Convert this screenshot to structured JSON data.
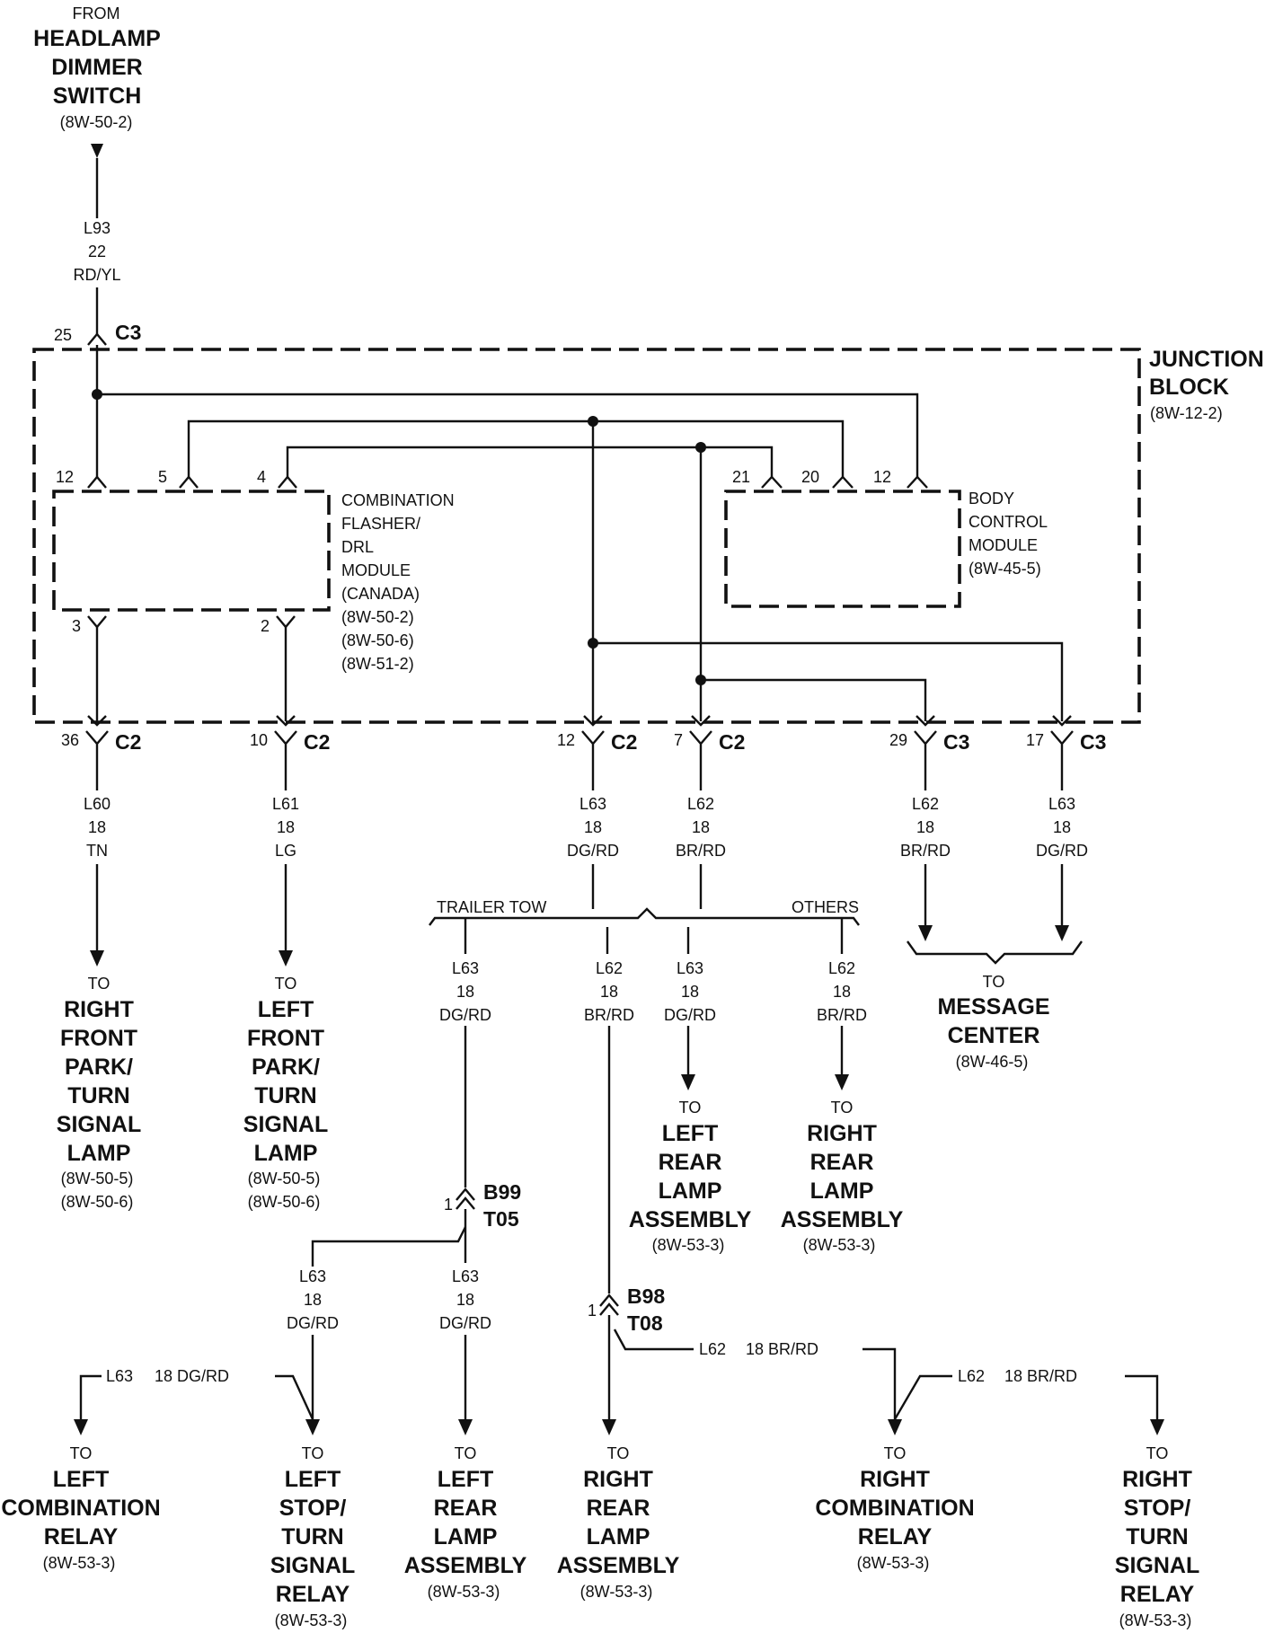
{
  "headlamp": {
    "from": "FROM",
    "name": [
      "HEADLAMP",
      "DIMMER",
      "SWITCH"
    ],
    "ref": "(8W-50-2)",
    "wire": [
      "L93",
      "22",
      "RD/YL"
    ]
  },
  "junction_block": {
    "name": [
      "JUNCTION",
      "BLOCK"
    ],
    "ref": "(8W-12-2)",
    "top_connector": {
      "pin": "25",
      "label": "C3"
    }
  },
  "flasher": {
    "lines": [
      "COMBINATION",
      "FLASHER/",
      "DRL",
      "MODULE",
      "(CANADA)",
      "(8W-50-2)",
      "(8W-50-6)",
      "(8W-51-2)"
    ],
    "top_pins": [
      "12",
      "5",
      "4"
    ],
    "bottom_pins": [
      "3",
      "2"
    ]
  },
  "bcm": {
    "lines": [
      "BODY",
      "CONTROL",
      "MODULE",
      "(8W-45-5)"
    ],
    "top_pins": [
      "21",
      "20",
      "12"
    ]
  },
  "bottom_connectors": [
    {
      "pin": "36",
      "label": "C2"
    },
    {
      "pin": "10",
      "label": "C2"
    },
    {
      "pin": "12",
      "label": "C2"
    },
    {
      "pin": "7",
      "label": "C2"
    },
    {
      "pin": "29",
      "label": "C3"
    },
    {
      "pin": "17",
      "label": "C3"
    }
  ],
  "wires_out": [
    [
      "L60",
      "18",
      "TN"
    ],
    [
      "L61",
      "18",
      "LG"
    ],
    [
      "L63",
      "18",
      "DG/RD"
    ],
    [
      "L62",
      "18",
      "BR/RD"
    ],
    [
      "L62",
      "18",
      "BR/RD"
    ],
    [
      "L63",
      "18",
      "DG/RD"
    ]
  ],
  "dests_mid": [
    {
      "to": "TO",
      "name": [
        "RIGHT",
        "FRONT",
        "PARK/",
        "TURN",
        "SIGNAL",
        "LAMP"
      ],
      "refs": [
        "(8W-50-5)",
        "(8W-50-6)"
      ]
    },
    {
      "to": "TO",
      "name": [
        "LEFT",
        "FRONT",
        "PARK/",
        "TURN",
        "SIGNAL",
        "LAMP"
      ],
      "refs": [
        "(8W-50-5)",
        "(8W-50-6)"
      ]
    }
  ],
  "message_center": {
    "to": "TO",
    "name": [
      "MESSAGE",
      "CENTER"
    ],
    "ref": "(8W-46-5)"
  },
  "options": {
    "trailer": "TRAILER TOW",
    "others": "OTHERS"
  },
  "branch_wires": [
    [
      "L63",
      "18",
      "DG/RD"
    ],
    [
      "L62",
      "18",
      "BR/RD"
    ],
    [
      "L63",
      "18",
      "DG/RD"
    ],
    [
      "L62",
      "18",
      "BR/RD"
    ]
  ],
  "rear_dests": [
    {
      "to": "TO",
      "name": [
        "LEFT",
        "REAR",
        "LAMP",
        "ASSEMBLY"
      ],
      "ref": "(8W-53-3)"
    },
    {
      "to": "TO",
      "name": [
        "RIGHT",
        "REAR",
        "LAMP",
        "ASSEMBLY"
      ],
      "ref": "(8W-53-3)"
    }
  ],
  "trailer_connectors": [
    {
      "pin": "1",
      "name": [
        "B99",
        "T05"
      ]
    },
    {
      "pin": "1",
      "name": [
        "B98",
        "T08"
      ]
    }
  ],
  "split_wires": [
    [
      "L63",
      "18",
      "DG/RD"
    ],
    [
      "L63",
      "18",
      "DG/RD"
    ]
  ],
  "relay_wires": [
    {
      "code": "L63",
      "spec": "18 DG/RD"
    },
    {
      "code": "L62",
      "spec": "18 BR/RD"
    },
    {
      "code": "L62",
      "spec": "18 BR/RD"
    }
  ],
  "bottom_dests": [
    {
      "to": "TO",
      "name": [
        "LEFT",
        "COMBINATION",
        "RELAY"
      ],
      "ref": "(8W-53-3)"
    },
    {
      "to": "TO",
      "name": [
        "LEFT",
        "STOP/",
        "TURN",
        "SIGNAL",
        "RELAY"
      ],
      "ref": "(8W-53-3)"
    },
    {
      "to": "TO",
      "name": [
        "LEFT",
        "REAR",
        "LAMP",
        "ASSEMBLY"
      ],
      "ref": "(8W-53-3)"
    },
    {
      "to": "TO",
      "name": [
        "RIGHT",
        "REAR",
        "LAMP",
        "ASSEMBLY"
      ],
      "ref": "(8W-53-3)"
    },
    {
      "to": "TO",
      "name": [
        "RIGHT",
        "COMBINATION",
        "RELAY"
      ],
      "ref": "(8W-53-3)"
    },
    {
      "to": "TO",
      "name": [
        "RIGHT",
        "STOP/",
        "TURN",
        "SIGNAL",
        "RELAY"
      ],
      "ref": "(8W-53-3)"
    }
  ]
}
